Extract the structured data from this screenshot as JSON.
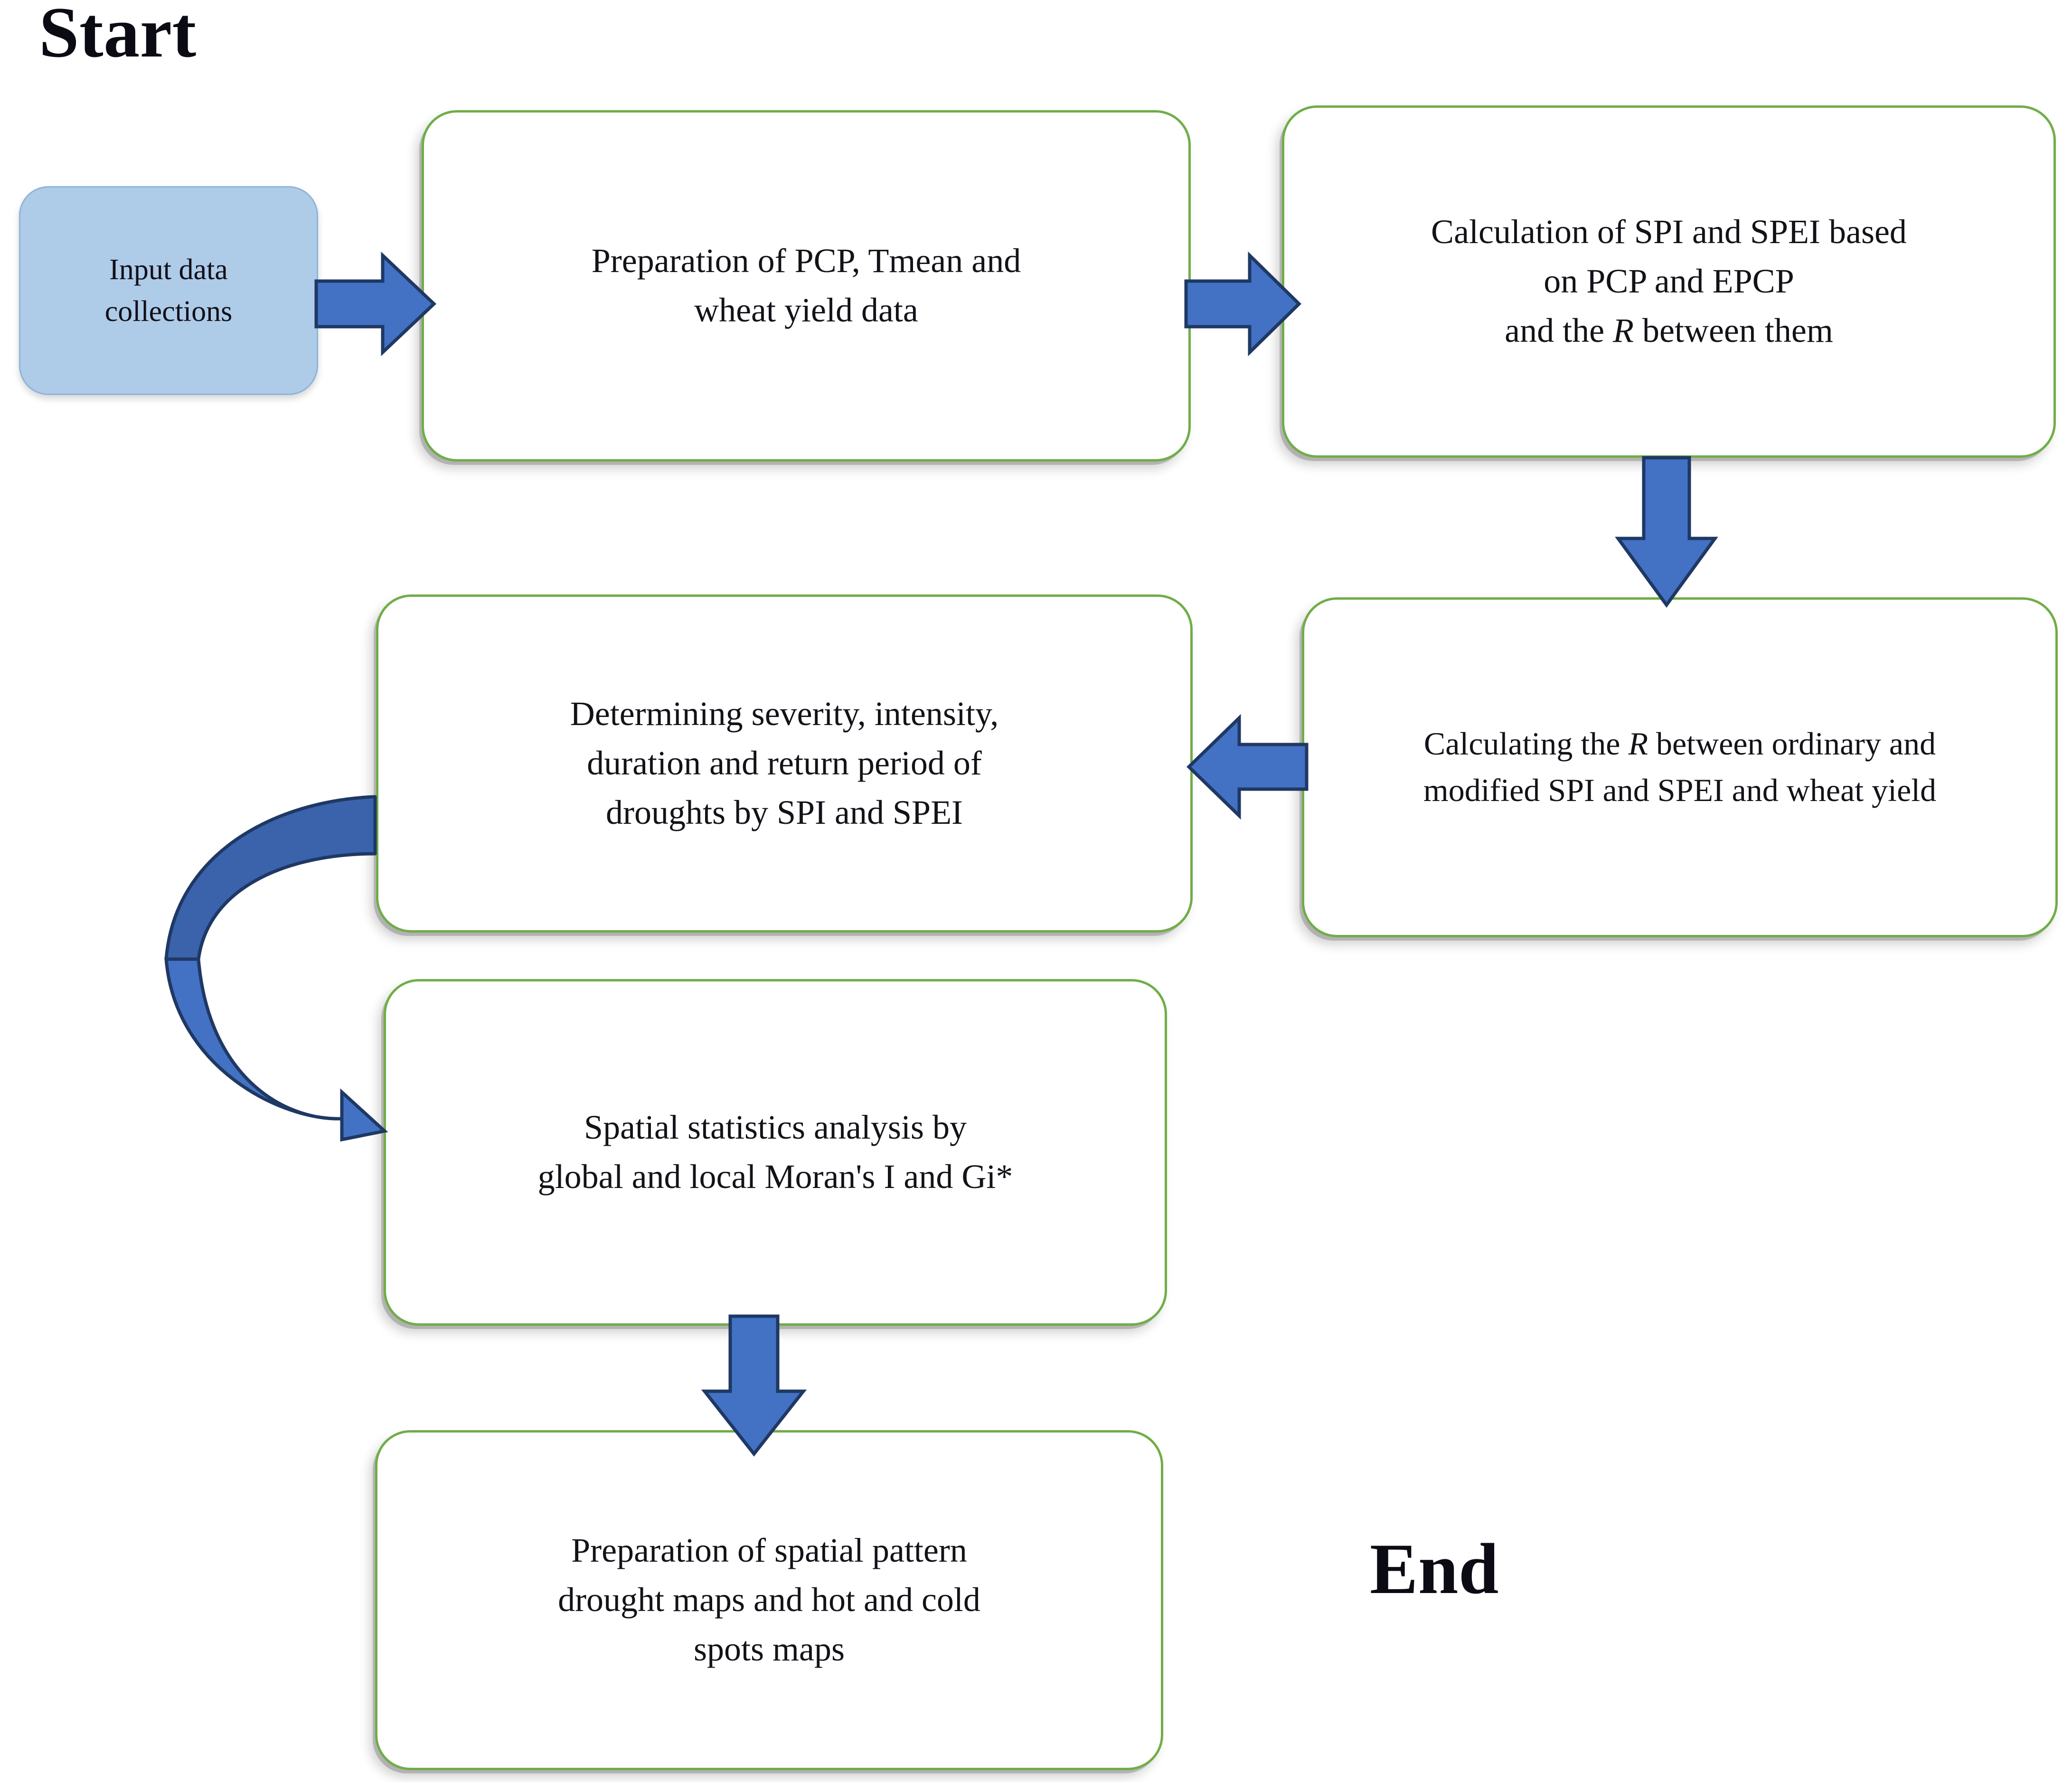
{
  "diagram": {
    "type": "flowchart",
    "title_text": "",
    "colors": {
      "process_border": "#70ad47",
      "process_fill": "#ffffff",
      "input_fill": "#aecbe8",
      "input_border": "#8fb4da",
      "arrow_fill": "#4372c4",
      "arrow_outline": "#1f3864",
      "text": "#121218",
      "background": "#ffffff"
    },
    "terminals": {
      "start": "Start",
      "end": "End"
    },
    "nodes": [
      {
        "id": "input-data-collections",
        "kind": "input",
        "text": "Input data\ncollections"
      },
      {
        "id": "preparation-of-data",
        "kind": "process",
        "text": "Preparation of PCP, Tmean and\nwheat yield data"
      },
      {
        "id": "calculation-spi-spei",
        "kind": "process",
        "text_line1": "Calculation of SPI and SPEI based",
        "text_line2": "on PCP and EPCP",
        "text_line3_pre": "and the ",
        "text_line3_italic": "R",
        "text_line3_post": " between them"
      },
      {
        "id": "calculating-r-wheat-yield",
        "kind": "process",
        "text_line1_pre": "Calculating the ",
        "text_line1_italic": "R",
        "text_line1_post": " between ordinary and",
        "text_line2": "modified SPI and SPEI and wheat yield"
      },
      {
        "id": "determining-drought-properties",
        "kind": "process",
        "text": "Determining severity, intensity,\nduration and return period of\ndroughts by SPI and SPEI"
      },
      {
        "id": "spatial-statistics-analysis",
        "kind": "process",
        "text": "Spatial statistics analysis by\nglobal and local Moran's I and Gi*"
      },
      {
        "id": "preparation-of-maps",
        "kind": "process",
        "text": "Preparation of spatial pattern\ndrought maps and hot and cold\nspots maps"
      }
    ],
    "connectors": [
      {
        "id": "arrow-input-to-preparation",
        "direction": "right"
      },
      {
        "id": "arrow-preparation-to-calculation",
        "direction": "right"
      },
      {
        "id": "arrow-calculation-to-calculating-r",
        "direction": "down"
      },
      {
        "id": "arrow-calculating-r-to-determining",
        "direction": "left"
      },
      {
        "id": "arrow-determining-to-spatial",
        "direction": "u-turn"
      },
      {
        "id": "arrow-spatial-to-preparation-maps",
        "direction": "down"
      }
    ]
  }
}
